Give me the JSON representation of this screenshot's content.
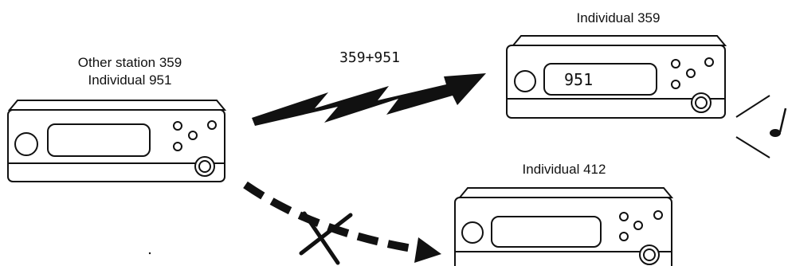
{
  "sender": {
    "line1": "Other station 359",
    "line2": "Individual 951"
  },
  "signal": {
    "text": "359+951"
  },
  "receiver_match": {
    "label": "Individual 359",
    "display": "951"
  },
  "receiver_other": {
    "label": "Individual 412",
    "display": ""
  },
  "icons": [
    "radio-unit-icon",
    "lightning-arrow-icon",
    "dashed-arrow-icon",
    "x-mark-icon",
    "music-note-icon",
    "sound-lines-icon"
  ]
}
